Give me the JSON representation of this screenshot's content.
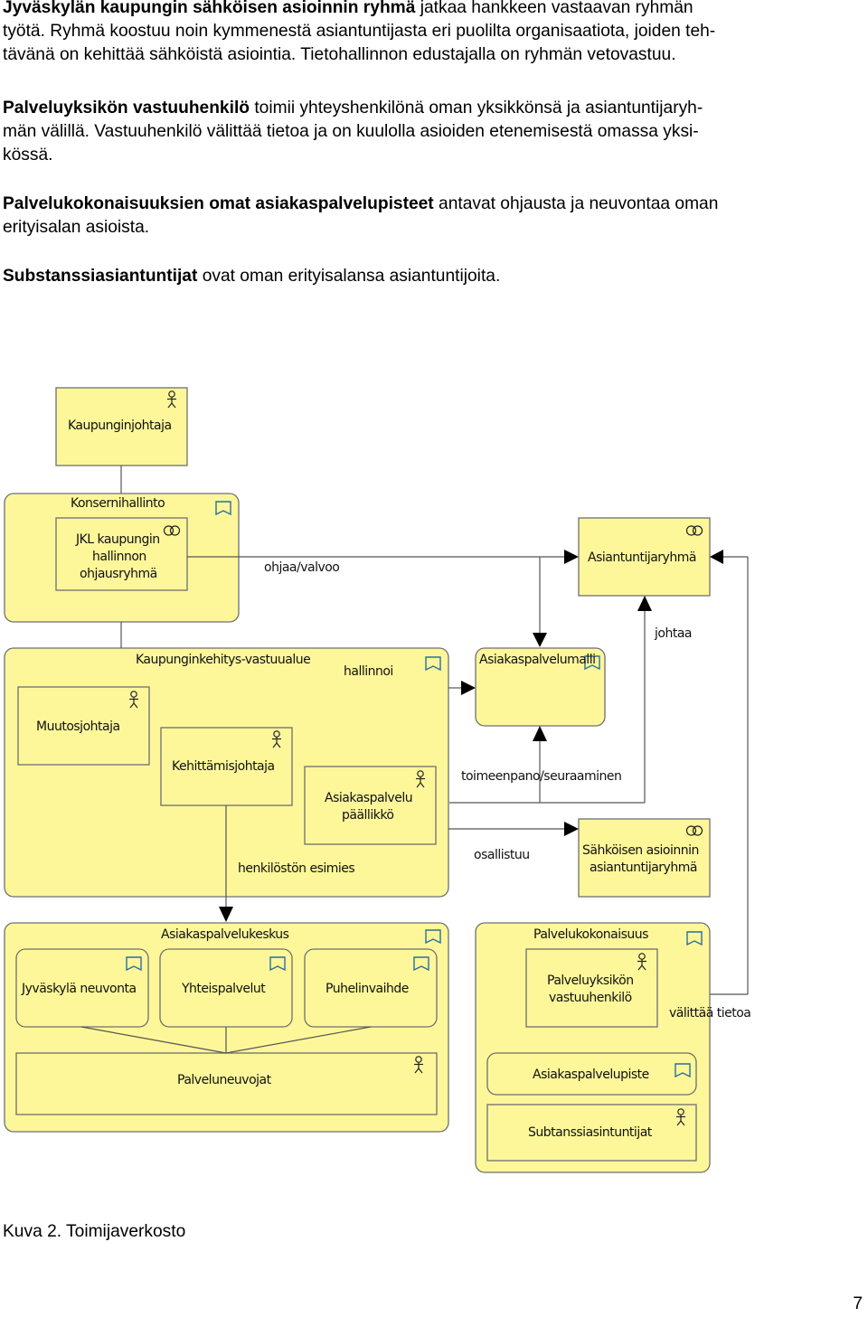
{
  "paragraphs": [
    {
      "bold": "Jyväskylän kaupungin sähköisen asioinnin ryhmä",
      "rest_line1": " jatkaa hankkeen vastaavan ryhmän",
      "rest_line2": "työtä. Ryhmä koostuu noin kymmenestä asiantuntijasta eri puolilta organisaatiota, joiden teh-",
      "rest_line3": "tävänä on kehittää sähköistä asiointia. Tietohallinnon edustajalla on ryhmän vetovastuu."
    },
    {
      "bold": "Palveluyksikön vastuuhenkilö",
      "rest_line1": " toimii yhteyshenkilönä oman yksikkönsä ja asiantuntijaryh-",
      "rest_line2": "män välillä. Vastuuhenkilö välittää tietoa ja on kuulolla asioiden etenemisestä omassa yksi-",
      "rest_line3": "kössä."
    },
    {
      "bold": "Palvelukokonaisuuksien omat asiakaspalvelupisteet",
      "rest_line1": " antavat ohjausta ja neuvontaa oman",
      "rest_line2": "erityisalan asioista."
    },
    {
      "bold": "Substanssiasiantuntijat",
      "rest_line1": " ovat oman erityisalansa asiantuntijoita."
    }
  ],
  "diagram": {
    "kaupunginjohtaja": "Kaupunginjohtaja",
    "konsernihallinto": "Konsernihallinto",
    "ohjausryhma": [
      "JKL kaupungin",
      "hallinnon",
      "ohjausryhmä"
    ],
    "ohjaa_valvoo": "ohjaa/valvoo",
    "asiantuntijaryhma": "Asiantuntijaryhmä",
    "johtaa": "johtaa",
    "kaupunginkehitys": "Kaupunginkehitys-vastuualue",
    "hallinnoi": "hallinnoi",
    "asiakaspalvelumalli": "Asiakaspalvelumalli",
    "muutosjohtaja": "Muutosjohtaja",
    "kehittamisjohtaja": "Kehittämisjohtaja",
    "asiakaspalvelu_paallikko": [
      "Asiakaspalvelu",
      "päällikkö"
    ],
    "toimeenpano": "toimeenpano/seuraaminen",
    "osallistuu": "osallistuu",
    "sahkoisen_ryhma": [
      "Sähköisen asioinnin",
      "asiantuntijaryhmä"
    ],
    "henkiloston_esimies": "henkilöstön esimies",
    "asiakaspalvelukeskus": "Asiakaspalvelukeskus",
    "jyvaskyla_neuvonta": "Jyväskylä neuvonta",
    "yhteispalvelut": "Yhteispalvelut",
    "puhelinvaihde": "Puhelinvaihde",
    "palveluneuvojat": "Palveluneuvojat",
    "palvelukokonaisuus": "Palvelukokonaisuus",
    "palveluyksikon_vastuuhenkilo": [
      "Palveluyksikön",
      "vastuuhenkilö"
    ],
    "valittaa_tietoa": "välittää tietoa",
    "asiakaspalvelupiste": "Asiakaspalvelupiste",
    "substanssiasiantuntijat": "Subtanssiasintuntijat"
  },
  "caption": "Kuva 2. Toimijaverkosto",
  "page_number": "7",
  "colors": {
    "box_fill": "#fdf79a",
    "box_border": "#6f6f6f",
    "arrow": "#000000"
  }
}
